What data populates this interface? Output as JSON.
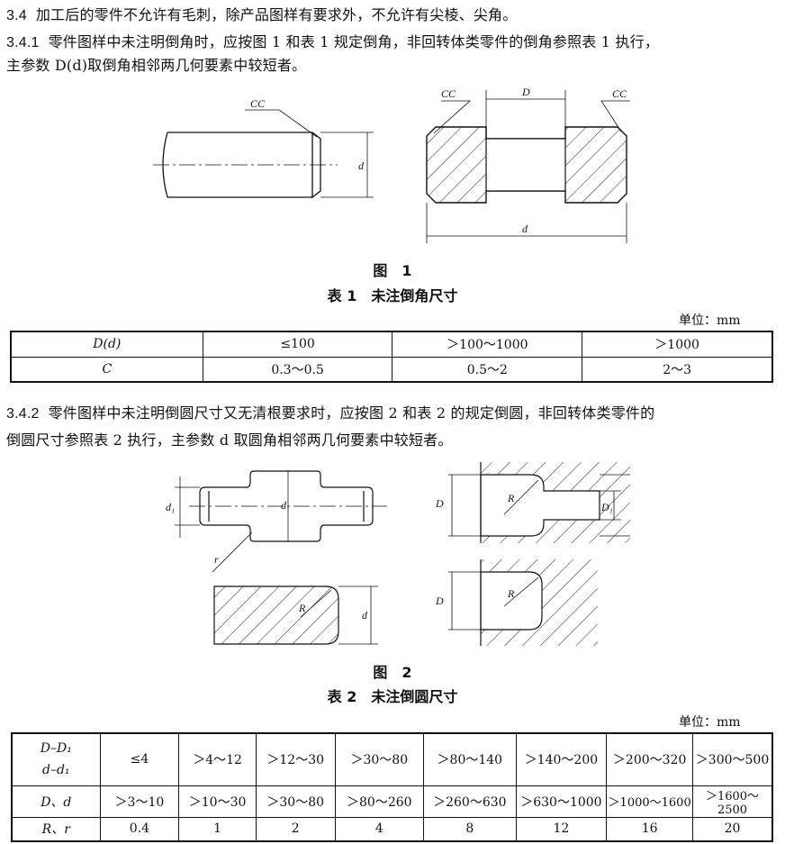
{
  "s34": {
    "num": "3.4",
    "text": "加工后的零件不允许有毛刺，除产品图样有要求外，不允许有尖棱、尖角。"
  },
  "s341": {
    "num": "3.4.1",
    "line1": "零件图样中未注明倒角时，应按图 1 和表 1 规定倒角，非回转体类零件的倒角参照表 1 执行，",
    "line2": "主参数 D(d)取倒角相邻两几何要素中较短者。"
  },
  "fig1": {
    "caption": "图　1",
    "labels": {
      "cc_left": "CC",
      "d_left": "d",
      "cc_mid": "CC",
      "D_top": "D",
      "cc_right": "CC",
      "d_bottom": "d"
    }
  },
  "table1": {
    "caption": "表 1　未注倒角尺寸",
    "unit": "单位：mm",
    "rows": [
      [
        "D(d)",
        "≤100",
        "＞100～1000",
        "＞1000"
      ],
      [
        "C",
        "0.3～0.5",
        "0.5～2",
        "2～3"
      ]
    ]
  },
  "s342": {
    "num": "3.4.2",
    "line1": "零件图样中未注明倒圆尺寸又无清根要求时，应按图 2 和表 2 的规定倒圆，非回转体类零件的",
    "line2": "倒圆尺寸参照表 2 执行，主参数 d 取圆角相邻两几何要素中较短者。"
  },
  "fig2": {
    "caption": "图　2",
    "labels": {
      "d1": "d₁",
      "d": "d",
      "r": "r",
      "D_a": "D",
      "R_a": "R",
      "D1": "D₁",
      "d_b": "d",
      "R_b": "R",
      "D_b": "D",
      "R_c": "R"
    }
  },
  "table2": {
    "caption": "表 2　未注倒圆尺寸",
    "unit": "单位：mm",
    "head_line1": "D–D₁",
    "head_line2": "d–d₁",
    "row1": [
      "≤4",
      "＞4～12",
      "＞12～30",
      "＞30～80",
      "＞80～140",
      "＞140～200",
      "＞200～320",
      "＞300～500"
    ],
    "row2_label": "D、d",
    "row2": [
      "＞3～10",
      "＞10～30",
      "＞30～80",
      "＞80～260",
      "＞260～630",
      "＞630～1000",
      "＞1000～1600",
      "＞1600～2500"
    ],
    "row3_label": "R、r",
    "row3": [
      "0.4",
      "1",
      "2",
      "4",
      "8",
      "12",
      "16",
      "20"
    ]
  }
}
